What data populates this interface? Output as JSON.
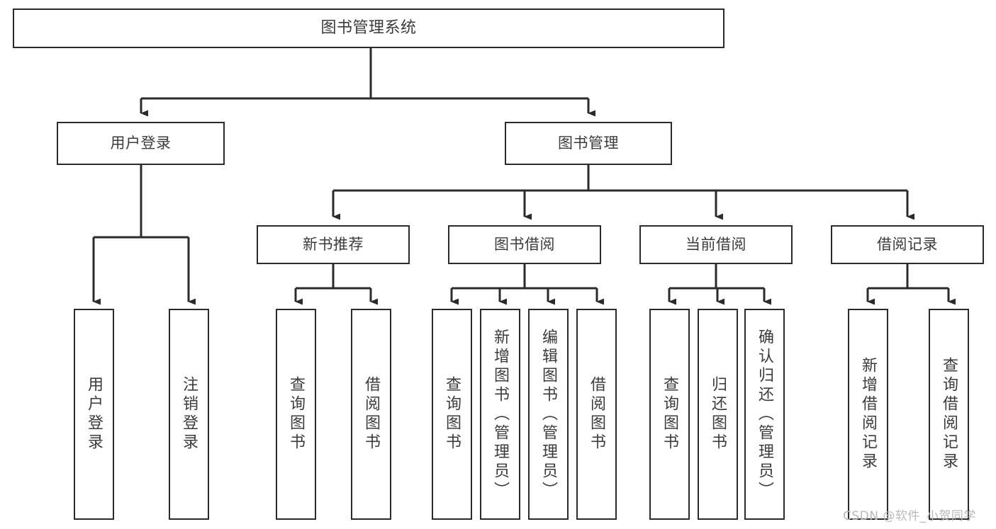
{
  "diagram": {
    "title": "图书管理系统",
    "type": "tree-hierarchy-chart",
    "root": {
      "label": "图书管理系统"
    },
    "level1": [
      {
        "label": "用户登录"
      },
      {
        "label": "图书管理"
      }
    ],
    "level2": [
      {
        "label": "新书推荐"
      },
      {
        "label": "图书借阅"
      },
      {
        "label": "当前借阅"
      },
      {
        "label": "借阅记录"
      }
    ],
    "leaves": {
      "user_login": [
        {
          "label": "用户登录"
        },
        {
          "label": "注销登录"
        }
      ],
      "new_book_recommend": [
        {
          "label": "查询图书"
        },
        {
          "label": "借阅图书"
        }
      ],
      "book_borrow": [
        {
          "label": "查询图书"
        },
        {
          "label": "新增图书（管理员）"
        },
        {
          "label": "编辑图书（管理员）"
        },
        {
          "label": "借阅图书"
        }
      ],
      "current_borrow": [
        {
          "label": "查询图书"
        },
        {
          "label": "归还图书"
        },
        {
          "label": "确认归还（管理员）"
        }
      ],
      "borrow_record": [
        {
          "label": "新增借阅记录"
        },
        {
          "label": "查询借阅记录"
        }
      ]
    }
  },
  "watermark": {
    "text": "CSDN @软件_小贺同学"
  },
  "colors": {
    "stroke": "#2b2b2b",
    "text": "#3b3b3b",
    "background": "#ffffff",
    "watermark": "#b9b9b9"
  }
}
